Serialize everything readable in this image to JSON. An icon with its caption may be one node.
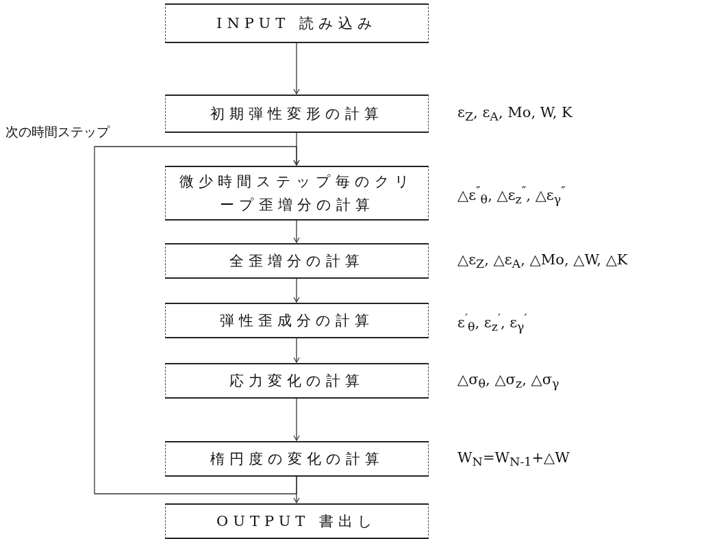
{
  "diagram": {
    "nodes": [
      {
        "text": [
          "INPUT 読み込み"
        ]
      },
      {
        "text": [
          "初期弾性変形の計算"
        ],
        "beside": [
          "ε$_{Z}$, ε$_{A}$, Mo, W, K"
        ]
      },
      {
        "text": [
          "微少時間ステップ毎のクリープ歪増分の計算"
        ],
        "beside": [
          "△ε$^{″}$$_{θ}$, △ε$_{z}$$^{″}$, △ε$_{γ}$$^{″}$"
        ]
      },
      {
        "text": [
          "全歪増分の計算"
        ],
        "beside": [
          "△ε$_{Z}$, △ε$_{A}$, △Mo, △W, △K"
        ]
      },
      {
        "text": [
          "弾性歪成分の計算"
        ],
        "beside": [
          "ε$^{′}$$_{θ}$, ε$_{z}$$^{′}$, ε$_{γ}$$^{′}$"
        ]
      },
      {
        "text": [
          "応力変化の計算"
        ],
        "beside": [
          "△σ$_{θ}$, △σ$_{z}$, △σ$_{γ}$"
        ]
      },
      {
        "text": [
          "楕円度の変化の計算"
        ],
        "beside": [
          "W$_{N}$=W$_{N-1}$+△W"
        ]
      },
      {
        "text": [
          "OUTPUT 書出し"
        ]
      }
    ],
    "edges": [
      {
        "from": 0,
        "to": 1,
        "arrow": "to"
      },
      {
        "from": 1,
        "to": 2,
        "arrow": "to"
      },
      {
        "from": 2,
        "to": 3,
        "arrow": "to"
      },
      {
        "from": 3,
        "to": 4,
        "arrow": "to"
      },
      {
        "from": 4,
        "to": 5,
        "arrow": "to"
      },
      {
        "from": 5,
        "to": 6,
        "arrow": "to"
      },
      {
        "from": 6,
        "to": 7,
        "arrow": "to"
      },
      {
        "from": 6,
        "to": 2,
        "arrow": "to",
        "label": "次の時間ステップ"
      }
    ]
  }
}
